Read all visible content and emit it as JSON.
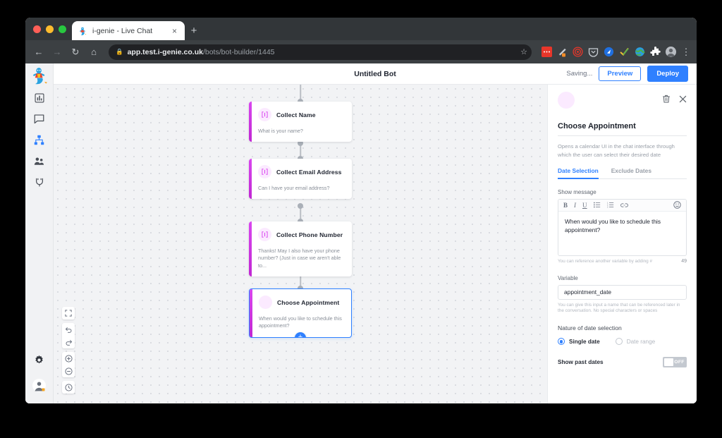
{
  "browser": {
    "tab": {
      "title": "i-genie - Live Chat",
      "favicon": "genie-icon",
      "close_label": "×"
    },
    "new_tab_label": "+",
    "nav": {
      "back": "←",
      "forward": "→",
      "reload": "↻",
      "home": "⌂"
    },
    "omnibox": {
      "lock_icon": "lock-icon",
      "url_host": "app.test.i-genie.co.uk",
      "url_path": "/bots/bot-builder/1445",
      "star_icon": "star-icon"
    },
    "extensions": [
      "extension-red-icon",
      "extension-pen-icon",
      "extension-spiral-icon",
      "extension-pocket-icon",
      "extension-blue-icon",
      "extension-check-icon",
      "extension-globe-icon",
      "extension-puzzle-icon"
    ],
    "profile_icon": "profile-avatar",
    "menu_icon": "kebab-menu-icon"
  },
  "rail": {
    "logo": "genie-logo",
    "items": [
      {
        "name": "analytics",
        "icon": "chart-icon",
        "active": false
      },
      {
        "name": "conversations",
        "icon": "chat-bubble-icon",
        "active": false
      },
      {
        "name": "bot-builder",
        "icon": "flow-tree-icon",
        "active": true
      },
      {
        "name": "contacts",
        "icon": "people-icon",
        "active": false
      },
      {
        "name": "integrations",
        "icon": "plug-icon",
        "active": false
      }
    ],
    "bottom": [
      {
        "name": "settings",
        "icon": "gear-icon"
      },
      {
        "name": "account",
        "icon": "user-avatar-icon"
      }
    ]
  },
  "topbar": {
    "bot_title": "Untitled Bot",
    "saving_status": "Saving...",
    "preview_label": "Preview",
    "deploy_label": "Deploy"
  },
  "canvas": {
    "tools": [
      {
        "name": "fit-to-screen",
        "icon": "expand-icon"
      },
      {
        "name": "undo",
        "icon": "undo-icon"
      },
      {
        "name": "redo",
        "icon": "redo-icon"
      },
      {
        "name": "zoom-in",
        "icon": "zoom-in-icon"
      },
      {
        "name": "zoom-out",
        "icon": "zoom-out-icon"
      },
      {
        "name": "history",
        "icon": "clock-icon"
      }
    ],
    "add_node_label": "+",
    "nodes": [
      {
        "title": "Collect Name",
        "message": "What is your name?",
        "icon": "input-field-icon",
        "selected": false
      },
      {
        "title": "Collect Email Address",
        "message": "Can I have your email address?",
        "icon": "input-field-icon",
        "selected": false
      },
      {
        "title": "Collect Phone Number",
        "message": "Thanks! May I also have your phone number? (Just in case we aren't able to...",
        "icon": "input-field-icon",
        "selected": false
      },
      {
        "title": "Choose Appointment",
        "message": "When would you like to schedule this appointment?",
        "icon": "calendar-icon",
        "selected": true
      }
    ]
  },
  "panel": {
    "delete_icon": "trash-icon",
    "close_icon": "close-icon",
    "title": "Choose Appointment",
    "description": "Opens a calendar UI in the chat interface through which the user can select their desired date",
    "tabs": [
      {
        "label": "Date Selection",
        "active": true
      },
      {
        "label": "Exclude Dates",
        "active": false
      }
    ],
    "message_field": {
      "label": "Show message",
      "value": "When would you like to schedule this appointment?",
      "hint": "You can reference another variable by adding #",
      "char_count": "49",
      "toolbar": [
        {
          "name": "bold",
          "glyph": "B"
        },
        {
          "name": "italic",
          "glyph": "I"
        },
        {
          "name": "underline",
          "glyph": "U"
        },
        {
          "name": "bulleted-list",
          "glyph": "☰"
        },
        {
          "name": "numbered-list",
          "glyph": "☰"
        },
        {
          "name": "link",
          "glyph": "🔗"
        },
        {
          "name": "emoji",
          "glyph": "☺"
        }
      ]
    },
    "variable_field": {
      "label": "Variable",
      "value": "appointment_date",
      "hint": "You can give this input a name that can be referenced later in the conversation. No special characters or spaces"
    },
    "nature_section": {
      "label": "Nature of date selection",
      "options": [
        {
          "label": "Single date",
          "selected": true
        },
        {
          "label": "Date range",
          "selected": false
        }
      ]
    },
    "past_dates": {
      "label": "Show past dates",
      "state_label": "OFF",
      "on": false
    }
  },
  "colors": {
    "accent_blue": "#2f80ff",
    "node_accent": "#d946ef",
    "canvas_bg": "#f2f3f5"
  }
}
